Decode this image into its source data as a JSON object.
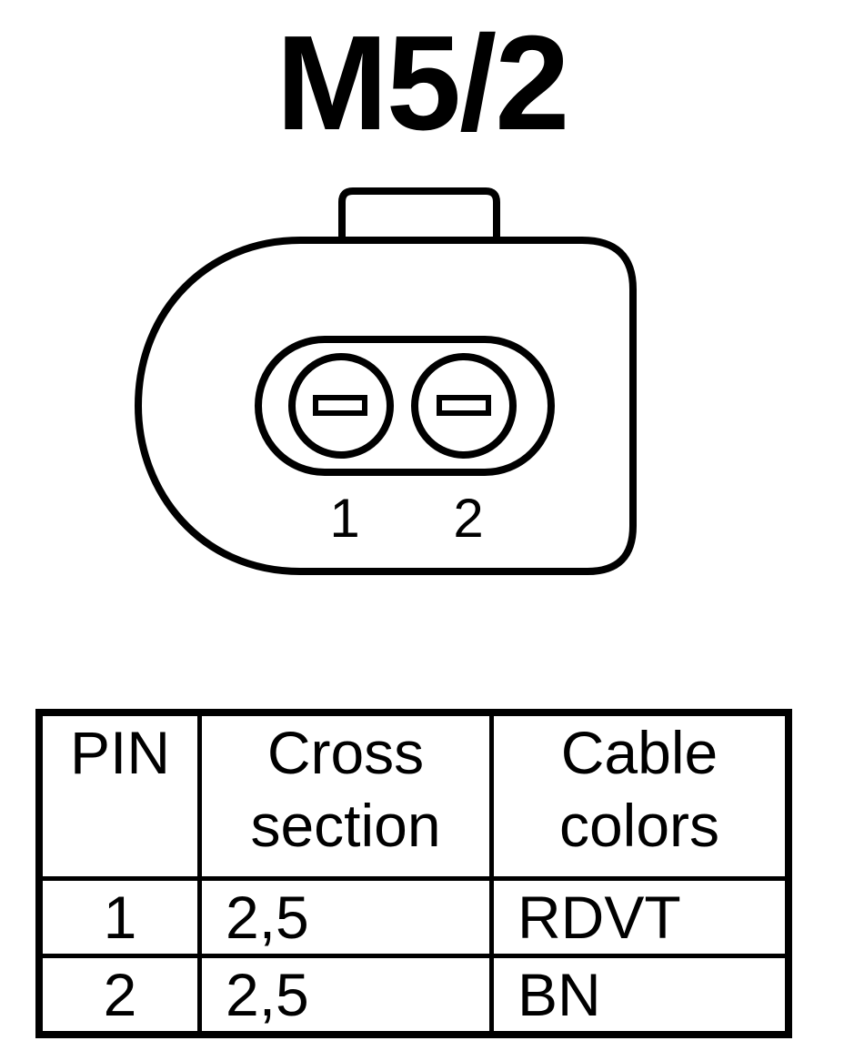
{
  "title": "M5/2",
  "connector": {
    "pins": [
      {
        "label": "1"
      },
      {
        "label": "2"
      }
    ]
  },
  "table": {
    "headers": [
      {
        "lines": [
          "PIN"
        ]
      },
      {
        "lines": [
          "Cross",
          "section"
        ]
      },
      {
        "lines": [
          "Cable",
          "colors"
        ]
      }
    ],
    "rows": [
      {
        "pin": "1",
        "cross_section": "2,5",
        "cable_color": "RDVT"
      },
      {
        "pin": "2",
        "cross_section": "2,5",
        "cable_color": "BN"
      }
    ]
  }
}
